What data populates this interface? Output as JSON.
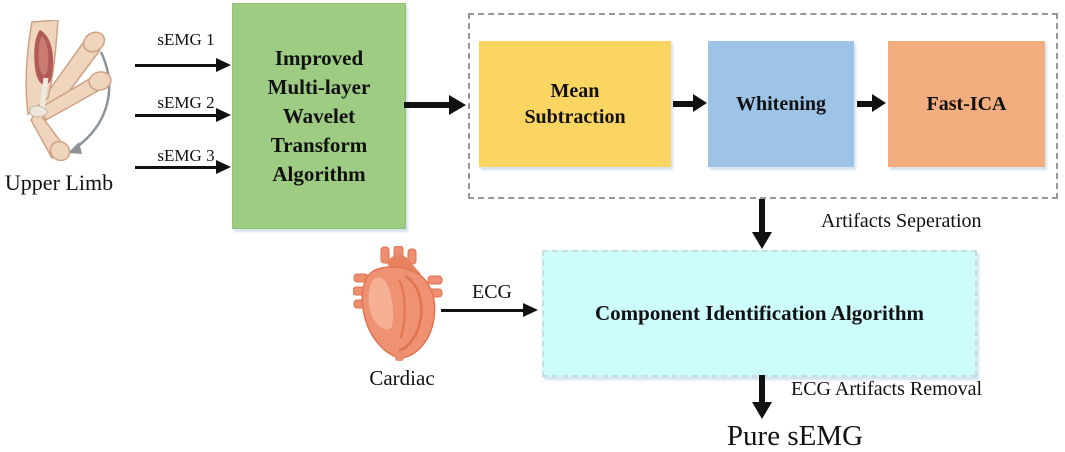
{
  "palette": {
    "wavelet_box": "#9ECC83",
    "mean_subtraction_box": "#FBD561",
    "whitening_box": "#9DC3E6",
    "fast_ica_box": "#F2AE7F",
    "component_identification_box": "#CCFCFC",
    "arrow": "#111111"
  },
  "input": {
    "source_label": "Upper Limb",
    "signals": [
      "sEMG 1",
      "sEMG 2",
      "sEMG 3"
    ]
  },
  "wavelet": {
    "lines": [
      "Improved",
      "Multi-layer",
      "Wavelet",
      "Transform",
      "Algorithm"
    ]
  },
  "separation": {
    "mean_subtraction": "Mean Subtraction",
    "whitening": "Whitening",
    "fast_ica": "Fast-ICA",
    "caption": "Artifacts Seperation"
  },
  "identification": {
    "cardiac_label": "Cardiac",
    "ecg_label": "ECG",
    "box_label": "Component Identification Algorithm",
    "caption": "ECG Artifacts Removal"
  },
  "output": {
    "label": "Pure sEMG"
  }
}
